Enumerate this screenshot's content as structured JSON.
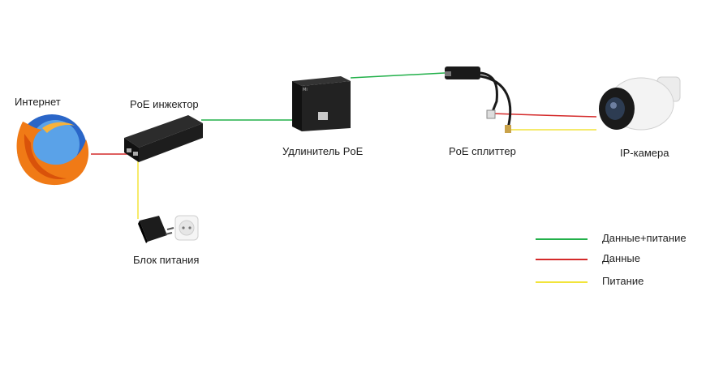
{
  "labels": {
    "internet": "Интернет",
    "injector": "PoE инжектор",
    "extender": "Удлинитель PoE",
    "splitter": "PoE сплиттер",
    "camera": "IP-камера",
    "psu": "Блок питания"
  },
  "legend": [
    {
      "label": "Данные+питание",
      "color": "#22b04a"
    },
    {
      "label": "Данные",
      "color": "#d42a2a"
    },
    {
      "label": "Питание",
      "color": "#f2e43a"
    }
  ],
  "colors": {
    "data_power": "#22b04a",
    "data": "#d42a2a",
    "power": "#f2e43a",
    "device": "#1a1a1a"
  },
  "icons": {
    "internet": "firefox-globe-icon",
    "injector": "poe-injector-icon",
    "extender": "poe-extender-icon",
    "splitter": "poe-splitter-icon",
    "camera": "ip-camera-icon",
    "psu": "power-adapter-icon",
    "socket": "wall-socket-icon"
  }
}
